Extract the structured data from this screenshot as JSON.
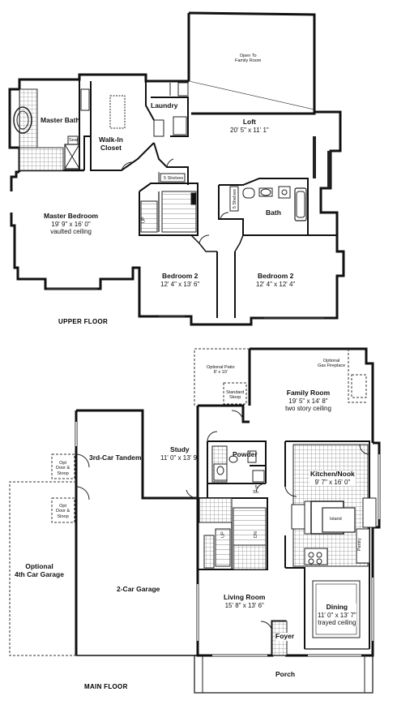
{
  "floors": {
    "upper": "UPPER FLOOR",
    "main": "MAIN FLOOR"
  },
  "upper_rooms": {
    "open_to_family": {
      "line1": "Open To",
      "line2": "Family Room"
    },
    "master_bath": "Master Bath",
    "seat": "Seat",
    "walk_in": {
      "line1": "Walk-In",
      "line2": "Closet"
    },
    "laundry": "Laundry",
    "loft": {
      "name": "Loft",
      "dims": "20' 5\" x 11' 1\""
    },
    "shelves_top": "5 Shelves",
    "shelves_side": "5 Shelves",
    "up": "UP",
    "bath": "Bath",
    "master_bedroom": {
      "name": "Master Bedroom",
      "dims": "19' 9\" x 16' 0\"",
      "note": "vaulted ceiling"
    },
    "bedroom2_left": {
      "name": "Bedroom 2",
      "dims": "12' 4\" x 13' 6\""
    },
    "bedroom2_right": {
      "name": "Bedroom 2",
      "dims": "12' 4\" x 12' 4\""
    }
  },
  "main_rooms": {
    "optional_patio": {
      "line1": "Optional Patio",
      "line2": "8' x 10'"
    },
    "optional_fireplace": {
      "line1": "Optional",
      "line2": "Gas Fireplace"
    },
    "standard_stoop": {
      "line1": "Standard",
      "line2": "Stoop"
    },
    "family_room": {
      "name": "Family Room",
      "dims": "19' 5\" x 14' 8\"",
      "note": "two story ceiling"
    },
    "tandem": "3rd-Car Tandem",
    "study": {
      "name": "Study",
      "dims": "11' 0\" x 13' 9\""
    },
    "powder": "Powder",
    "shelves": {
      "line1": "5",
      "line2": "Sh."
    },
    "opt_door_1": {
      "line1": "Opt",
      "line2": "Door &",
      "line3": "Stoop"
    },
    "opt_door_2": {
      "line1": "Opt",
      "line2": "Door &",
      "line3": "Stoop"
    },
    "kitchen": {
      "name": "Kitchen/Nook",
      "dims": "9' 7\" x 16' 0\""
    },
    "island": "Island",
    "pantry": "Pantry",
    "up": "UP",
    "dn": "DN",
    "optional_garage": {
      "line1": "Optional",
      "line2": "4th Car Garage"
    },
    "two_car_garage": "2-Car Garage",
    "living_room": {
      "name": "Living Room",
      "dims": "15' 8\" x 13' 6\""
    },
    "dining": {
      "name": "Dining",
      "dims": "11' 0\" x 13' 7\"",
      "note": "trayed ceiling"
    },
    "foyer": "Foyer",
    "porch": "Porch"
  }
}
